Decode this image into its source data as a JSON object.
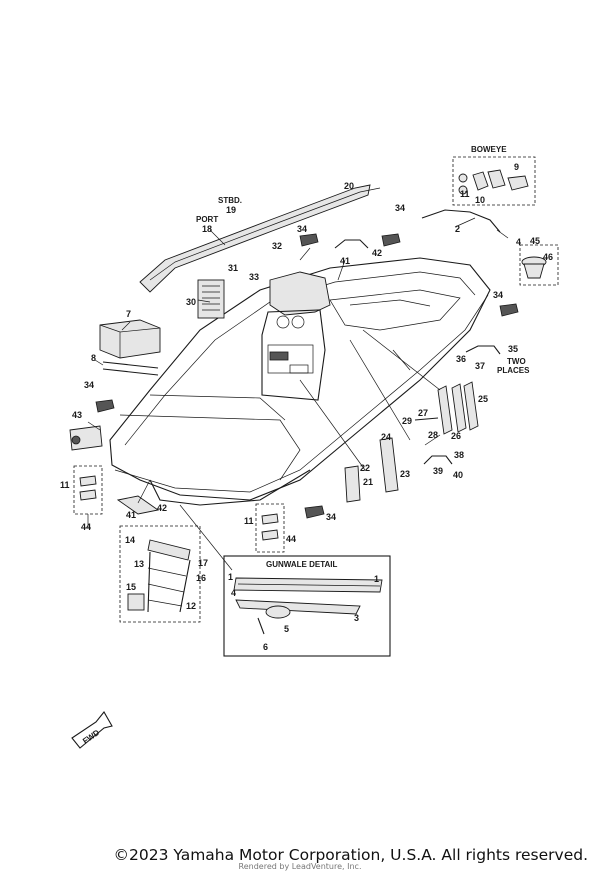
{
  "headers": {
    "boweye": "BOWEYE",
    "stbd": "STBD.",
    "port": "PORT",
    "gunwale_detail": "GUNWALE DETAIL",
    "two_places": [
      "TWO",
      "PLACES"
    ],
    "fwd": "FWD"
  },
  "callouts": [
    "1",
    "2",
    "3",
    "4",
    "5",
    "6",
    "7",
    "8",
    "9",
    "10",
    "11",
    "12",
    "13",
    "14",
    "15",
    "16",
    "17",
    "18",
    "19",
    "20",
    "21",
    "22",
    "23",
    "24",
    "25",
    "26",
    "27",
    "28",
    "29",
    "30",
    "31",
    "32",
    "33",
    "34",
    "35",
    "36",
    "37",
    "38",
    "39",
    "40",
    "41",
    "42",
    "43",
    "44",
    "45",
    "46"
  ],
  "footer": {
    "copyright": "©2023 Yamaha Motor Corporation, U.S.A. All rights reserved.",
    "watermark": "Rendered by LeadVenture, Inc."
  }
}
